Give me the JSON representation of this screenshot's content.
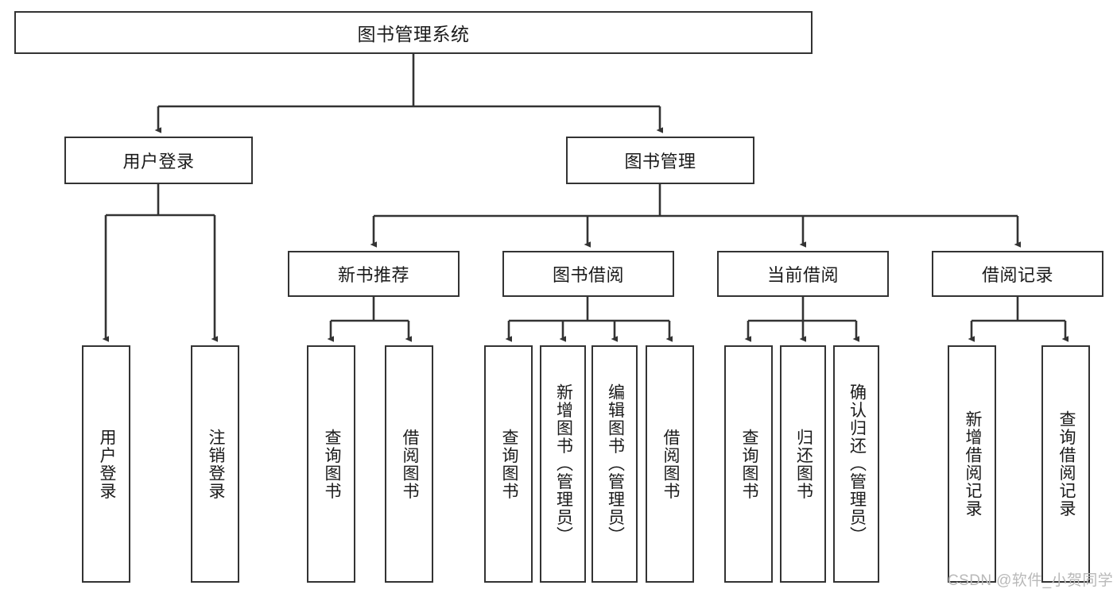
{
  "diagram": {
    "title": "图书管理系统",
    "type": "tree-hierarchy",
    "watermark": "CSDN @软件_小贺同学",
    "colors": {
      "stroke": "#333333",
      "fill": "#ffffff",
      "text": "#1a1a1a",
      "watermark": "#b9b9b9"
    },
    "levels": {
      "root": {
        "label": "图书管理系统"
      },
      "level2": [
        {
          "label": "用户登录"
        },
        {
          "label": "图书管理"
        }
      ],
      "level3": [
        {
          "label": "新书推荐"
        },
        {
          "label": "图书借阅"
        },
        {
          "label": "当前借阅"
        },
        {
          "label": "借阅记录"
        }
      ],
      "leaves": [
        {
          "label": "用户登录",
          "parent": "用户登录"
        },
        {
          "label": "注销登录",
          "parent": "用户登录"
        },
        {
          "label": "查询图书",
          "parent": "新书推荐"
        },
        {
          "label": "借阅图书",
          "parent": "新书推荐"
        },
        {
          "label": "查询图书",
          "parent": "图书借阅"
        },
        {
          "label": "新增图书（管理员）",
          "parent": "图书借阅"
        },
        {
          "label": "编辑图书（管理员）",
          "parent": "图书借阅"
        },
        {
          "label": "借阅图书",
          "parent": "图书借阅"
        },
        {
          "label": "查询图书",
          "parent": "当前借阅"
        },
        {
          "label": "归还图书",
          "parent": "当前借阅"
        },
        {
          "label": "确认归还（管理员）",
          "parent": "当前借阅"
        },
        {
          "label": "新增借阅记录",
          "parent": "借阅记录"
        },
        {
          "label": "查询借阅记录",
          "parent": "借阅记录"
        }
      ]
    }
  }
}
